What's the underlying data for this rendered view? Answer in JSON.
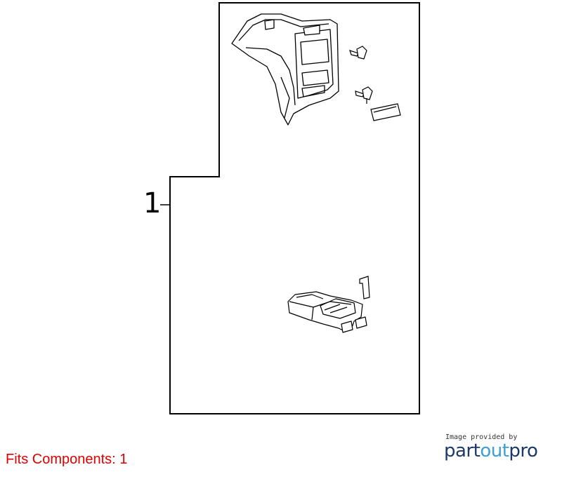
{
  "diagram": {
    "callout_number": "1"
  },
  "footer": {
    "fits_label": "Fits Components:",
    "fits_value": "1",
    "credit_caption": "Image provided by",
    "logo_part1": "part",
    "logo_part2": "out",
    "logo_part3": "pro"
  },
  "colors": {
    "fits_text": "#e00000",
    "logo_dark": "#1b3a6b",
    "logo_accent": "#3aa0d8"
  }
}
